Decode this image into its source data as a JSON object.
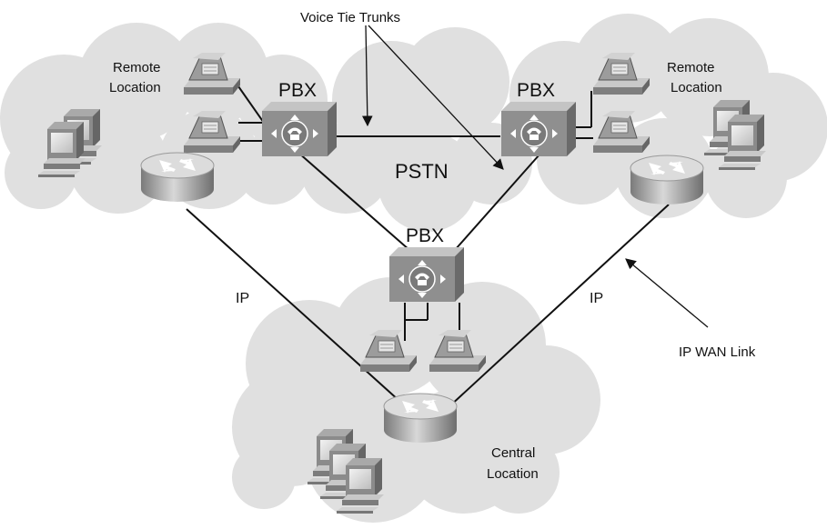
{
  "labels": {
    "voice_tie_trunks": "Voice Tie Trunks",
    "remote_left_line1": "Remote",
    "remote_left_line2": "Location",
    "remote_right_line1": "Remote",
    "remote_right_line2": "Location",
    "pbx_left": "PBX",
    "pbx_right": "PBX",
    "pbx_center": "PBX",
    "pstn": "PSTN",
    "ip_left": "IP",
    "ip_right": "IP",
    "ip_wan_link": "IP WAN Link",
    "central_line1": "Central",
    "central_line2": "Location"
  },
  "colors": {
    "cloud": "#e0e0e0",
    "device_body": "#8f8f8f",
    "device_top": "#c4c4c4",
    "line": "#111111",
    "text": "#111111"
  },
  "icons": [
    "cloud",
    "pbx-icon",
    "phone-icon",
    "router-icon",
    "workstation-icon",
    "arrow"
  ]
}
